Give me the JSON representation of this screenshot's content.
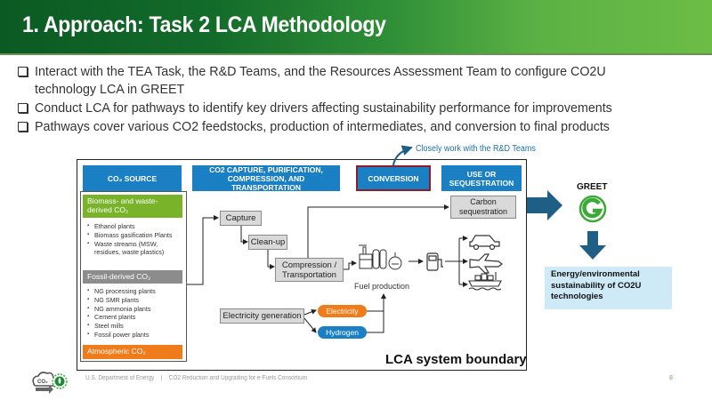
{
  "header": {
    "title": "1. Approach: Task 2 LCA Methodology"
  },
  "bullets": [
    "Interact with the TEA Task, the R&D Teams, and the Resources Assessment Team to configure CO2U technology LCA in GREET",
    "Conduct LCA for pathways to identify key drivers affecting sustainability performance for improvements",
    "Pathways cover various CO2 feedstocks, production of intermediates, and conversion to final products"
  ],
  "callout": "Closely work with the R&D Teams",
  "diagram": {
    "headers": {
      "source": "CO₂ SOURCE",
      "capture": "CO2 CAPTURE, PURIFICATION, COMPRESSION, AND TRANSPORTATION",
      "conversion": "CONVERSION",
      "use": "USE OR SEQUESTRATION"
    },
    "sources": {
      "biomass": {
        "label": "Biomass- and waste-derived CO₂",
        "items": [
          "Ethanol plants",
          "Biomass gasification Plants",
          "Waste streams (MSW, residues, waste plastics)"
        ]
      },
      "fossil": {
        "label": "Fossil-derived CO₂",
        "items": [
          "NG processing plants",
          "NG SMR plants",
          "NG ammonia plants",
          "Cement plants",
          "Steel mills",
          "Fossil power plants"
        ]
      },
      "atmospheric": {
        "label": "Atmospheric CO₂"
      }
    },
    "processes": {
      "capture": "Capture",
      "cleanup": "Clean-up",
      "compression": "Compression / Transportation",
      "electricity_generation": "Electricity generation",
      "carbon_sequestration": "Carbon sequestration"
    },
    "energy": {
      "electricity": "Electricity",
      "hydrogen": "Hydrogen"
    },
    "fuel_production": "Fuel production",
    "boundary_label": "LCA system boundary",
    "icons": [
      "factory-icon",
      "fuel-pump-icon",
      "car-icon",
      "airplane-icon",
      "ship-icon"
    ]
  },
  "greet": {
    "label": "GREET",
    "result": "Energy/environmental sustainability of CO2U technologies"
  },
  "footer": {
    "org": "U.S. Department of Energy",
    "separator": "|",
    "consortium": "CO2 Reduction and Upgrading for e-Fuels Consortium",
    "page": "8",
    "logo_text": "CO₂"
  },
  "colors": {
    "header_dark": "#0b5a23",
    "header_light": "#6cbd46",
    "blue": "#1b7fc4",
    "green": "#78b32a",
    "grey": "#8c8c8c",
    "orange": "#f07b1a",
    "conversion_border": "#8b1d2c",
    "arrow_navy": "#1f5f86",
    "result_bg": "#cfeaf7"
  }
}
